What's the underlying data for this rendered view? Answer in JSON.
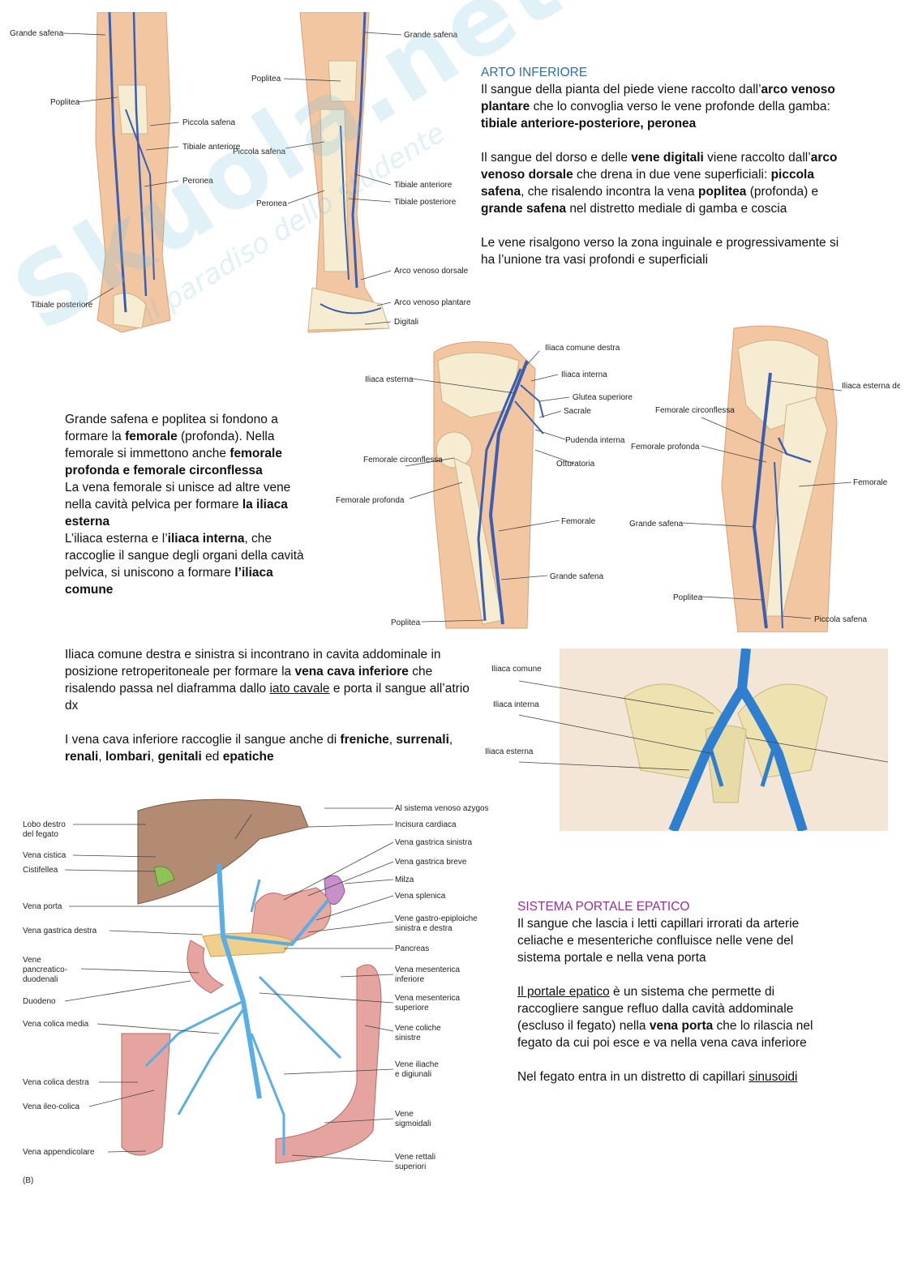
{
  "figure1": {
    "labels_left": [
      "Grande safena",
      "Poplitea",
      "Piccola safena",
      "Tibiale anteriore",
      "Peronea",
      "Tibiale posteriore"
    ],
    "labels_right": [
      "Grande safena",
      "Poplitea",
      "Piccola safena",
      "Tibiale anteriore",
      "Tibiale posteriore",
      "Peronea",
      "Arco venoso dorsale",
      "Arco venoso plantare",
      "Digitali"
    ]
  },
  "watermark": {
    "brand": "Skuola.net",
    "tagline": "il paradiso dello studente"
  },
  "section_arto": {
    "heading": "ARTO INFERIORE",
    "p1": {
      "t1": "Il sangue della pianta del piede viene raccolto dall’",
      "b1": "arco venoso plantare",
      "t2": " che lo convoglia verso le vene profonde della gamba: ",
      "b2": "tibiale anteriore-posteriore, peronea"
    },
    "p2": {
      "t1": "Il sangue del dorso e delle ",
      "b1": "vene digitali",
      "t2": " viene raccolto dall’",
      "b2": "arco venoso dorsale",
      "t3": " che drena in due vene superficiali: ",
      "b3": "piccola safena",
      "t4": ", che risalendo incontra la vena ",
      "b4": "poplitea",
      "t5": " (profonda) e ",
      "b5": "grande safena",
      "t6": " nel distretto mediale di gamba e coscia"
    },
    "p3": "Le vene risalgono verso la zona inguinale e progressivamente si ha l’unione tra vasi profondi e superficiali"
  },
  "figure2": {
    "labels": [
      "Iliaca comune destra",
      "Iliaca interna",
      "Iliaca esterna",
      "Glutea superiore",
      "Sacrale",
      "Pudenda interna",
      "Femorale circonflessa",
      "Otturatoria",
      "Femorale profonda",
      "Femorale",
      "Grande safena",
      "Poplitea"
    ]
  },
  "figure3": {
    "labels": [
      "Iliaca esterna destra",
      "Femorale circonflessa",
      "Femorale profonda",
      "Femorale",
      "Grande safena",
      "Poplitea",
      "Piccola safena"
    ]
  },
  "section_femorale": {
    "t1": "Grande safena e poplitea si fondono a formare la ",
    "b1": "femorale",
    "t2": " (profonda). Nella femorale si immettono anche ",
    "b2": "femorale profonda e femorale circonflessa",
    "t3": "La vena femorale si unisce ad altre vene nella cavità pelvica per formare ",
    "b3": "la iliaca esterna",
    "t4": "L’iliaca esterna e l’",
    "b4": "iliaca interna",
    "t5": ", che raccoglie il sangue degli organi della cavità pelvica, si uniscono a formare ",
    "b5": "l’iliaca comune"
  },
  "section_cava": {
    "p1": {
      "t1": "Iliaca comune destra e sinistra si incontrano in cavita addominale in posizione retroperitoneale per formare la ",
      "b1": "vena cava inferiore",
      "t2": " che risalendo passa nel diaframma dallo ",
      "u1": "iato cavale",
      "t3": " e porta il sangue all’atrio dx"
    },
    "p2": {
      "t1": "I vena cava inferiore raccoglie il sangue anche di ",
      "b1": "freniche",
      "t2": ", ",
      "b2": "surrenali",
      "t3": ", ",
      "b3": "renali",
      "t4": ", ",
      "b4": "lombari",
      "t5": ", ",
      "b5": "genitali",
      "t6": " ed ",
      "b6": "epatiche"
    }
  },
  "figure4": {
    "labels": [
      "Iliaca comune",
      "Iliaca interna",
      "Iliaca esterna"
    ]
  },
  "figure5": {
    "labels_left": [
      "Lobo destro del fegato",
      "Vena cistica",
      "Cistifellea",
      "Vena porta",
      "Vena gastrica destra",
      "Vene pancreatico-duodenali",
      "Duodeno",
      "Vena colica media",
      "Vena colica destra",
      "Vena ileo-colica",
      "Vena appendicolare"
    ],
    "labels_right": [
      "Al sistema venoso azygos",
      "Incisura cardiaca",
      "Vena gastrica sinistra",
      "Vena gastrica breve",
      "Milza",
      "Vena splenica",
      "Vene gastro-epiploiche sinistra e destra",
      "Pancreas",
      "Vena mesenterica inferiore",
      "Vena mesenterica superiore",
      "Vene coliche sinistre",
      "Vene iliache e digiunali",
      "Vene sigmoidali",
      "Vene rettali superiori"
    ],
    "panel": "(B)"
  },
  "section_portale": {
    "heading": "SISTEMA PORTALE EPATICO",
    "p1": "Il sangue che lascia i letti capillari irrorati da arterie celiache e mesenteriche confluisce nelle vene del sistema portale e nella vena porta",
    "p2": {
      "u1": "Il portale epatico",
      "t1": " è un sistema che permette di raccogliere sangue refluo dalla cavità addominale (escluso il fegato) nella ",
      "b1": "vena porta",
      "t2": " che lo rilascia nel fegato da cui poi esce e va nella vena cava inferiore"
    },
    "p3": {
      "t1": "Nel fegato entra in un distretto di capillari ",
      "u1": "sinusoidi"
    }
  }
}
